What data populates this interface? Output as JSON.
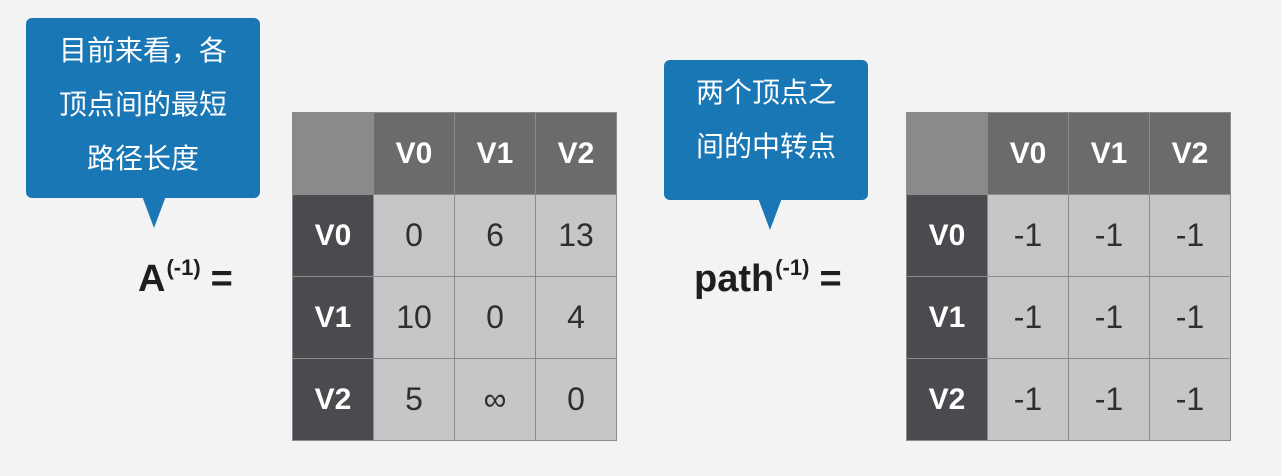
{
  "left": {
    "bubble_lines": [
      "目前来看，各",
      "顶点间的最短",
      "路径长度"
    ],
    "matrix_name": "A",
    "superscript": "(-1)",
    "equals": "=",
    "col_headers": [
      "V0",
      "V1",
      "V2"
    ],
    "rows": [
      {
        "header": "V0",
        "cells": [
          "0",
          "6",
          "13"
        ]
      },
      {
        "header": "V1",
        "cells": [
          "10",
          "0",
          "4"
        ]
      },
      {
        "header": "V2",
        "cells": [
          "5",
          "∞",
          "0"
        ]
      }
    ]
  },
  "right": {
    "bubble_lines": [
      "两个顶点之",
      "间的中转点"
    ],
    "matrix_name": "path",
    "superscript": "(-1)",
    "equals": "=",
    "col_headers": [
      "V0",
      "V1",
      "V2"
    ],
    "rows": [
      {
        "header": "V0",
        "cells": [
          "-1",
          "-1",
          "-1"
        ]
      },
      {
        "header": "V1",
        "cells": [
          "-1",
          "-1",
          "-1"
        ]
      },
      {
        "header": "V2",
        "cells": [
          "-1",
          "-1",
          "-1"
        ]
      }
    ]
  },
  "colors": {
    "bubble": "#1a77b6",
    "corner": "#8a8a8a",
    "col_header": "#6b6b6b",
    "row_header": "#4b4b4f",
    "cell": "#c6c6c8"
  }
}
